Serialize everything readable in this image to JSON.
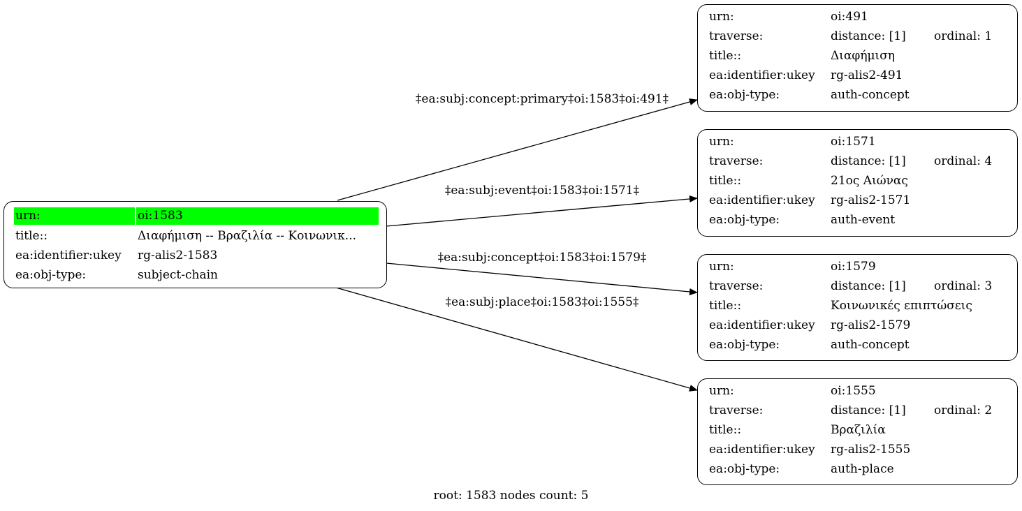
{
  "root": {
    "rows": [
      {
        "key": "urn:",
        "value": "oi:1583"
      },
      {
        "key": "title::",
        "value": "Διαφήμιση -- Βραζιλία -- Κοινωνικ..."
      },
      {
        "key": "ea:identifier:ukey",
        "value": "rg-alis2-1583"
      },
      {
        "key": "ea:obj-type:",
        "value": "subject-chain"
      }
    ],
    "highlight_color": "#00ff00"
  },
  "nodes": [
    {
      "urn_key": "urn:",
      "urn": "oi:491",
      "traverse_key": "traverse:",
      "distance": "distance: [1]",
      "ordinal": "ordinal: 1",
      "title_key": "title::",
      "title": "Διαφήμιση",
      "ukey_key": "ea:identifier:ukey",
      "ukey": "rg-alis2-491",
      "type_key": "ea:obj-type:",
      "type": "auth-concept"
    },
    {
      "urn_key": "urn:",
      "urn": "oi:1571",
      "traverse_key": "traverse:",
      "distance": "distance: [1]",
      "ordinal": "ordinal: 4",
      "title_key": "title::",
      "title": "21ος Αιώνας",
      "ukey_key": "ea:identifier:ukey",
      "ukey": "rg-alis2-1571",
      "type_key": "ea:obj-type:",
      "type": "auth-event"
    },
    {
      "urn_key": "urn:",
      "urn": "oi:1579",
      "traverse_key": "traverse:",
      "distance": "distance: [1]",
      "ordinal": "ordinal: 3",
      "title_key": "title::",
      "title": "Κοινωνικές επιπτώσεις",
      "ukey_key": "ea:identifier:ukey",
      "ukey": "rg-alis2-1579",
      "type_key": "ea:obj-type:",
      "type": "auth-concept"
    },
    {
      "urn_key": "urn:",
      "urn": "oi:1555",
      "traverse_key": "traverse:",
      "distance": "distance: [1]",
      "ordinal": "ordinal: 2",
      "title_key": "title::",
      "title": "Βραζιλία",
      "ukey_key": "ea:identifier:ukey",
      "ukey": "rg-alis2-1555",
      "type_key": "ea:obj-type:",
      "type": "auth-place"
    }
  ],
  "edges": [
    {
      "label": "‡ea:subj:concept:primary‡oi:1583‡oi:491‡"
    },
    {
      "label": "‡ea:subj:event‡oi:1583‡oi:1571‡"
    },
    {
      "label": "‡ea:subj:concept‡oi:1583‡oi:1579‡"
    },
    {
      "label": "‡ea:subj:place‡oi:1583‡oi:1555‡"
    }
  ],
  "footer": "root: 1583 nodes count: 5"
}
